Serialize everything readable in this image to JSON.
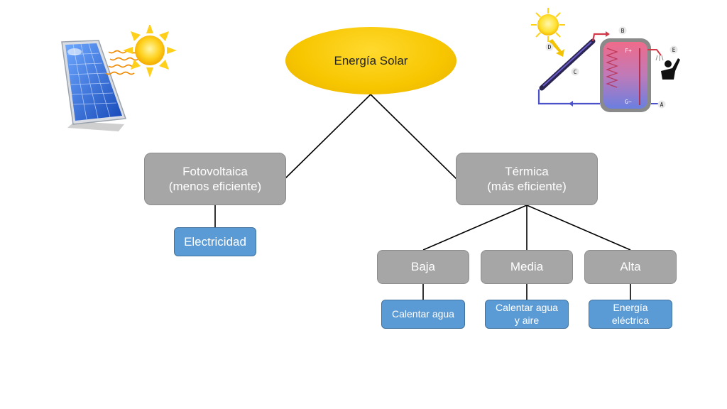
{
  "root": {
    "label": "Energía Solar"
  },
  "branches": {
    "fotovoltaica": {
      "label": "Fotovoltaica\n(menos eficiente)"
    },
    "termica": {
      "label": "Térmica\n(más eficiente)"
    }
  },
  "leaves": {
    "electricidad": {
      "label": "Electricidad"
    },
    "baja": {
      "label": "Baja"
    },
    "media": {
      "label": "Media"
    },
    "alta": {
      "label": "Alta"
    },
    "baja_use": {
      "label": "Calentar agua"
    },
    "media_use": {
      "label": "Calentar agua\ny aire"
    },
    "alta_use": {
      "label": "Energía\neléctrica"
    }
  },
  "thermal_diagram": {
    "labels": {
      "a": "A",
      "b": "B",
      "c": "C",
      "d": "D",
      "e": "E",
      "f": "F+",
      "g": "G−"
    }
  },
  "colors": {
    "root_fill": "#f7c600",
    "gray_box": "#a6a6a6",
    "blue_box": "#5b9bd5",
    "connector": "#000000"
  },
  "icons": [
    "solar-panel-illustration",
    "sun-icon",
    "solar-water-heater-diagram",
    "shower-person-icon"
  ]
}
